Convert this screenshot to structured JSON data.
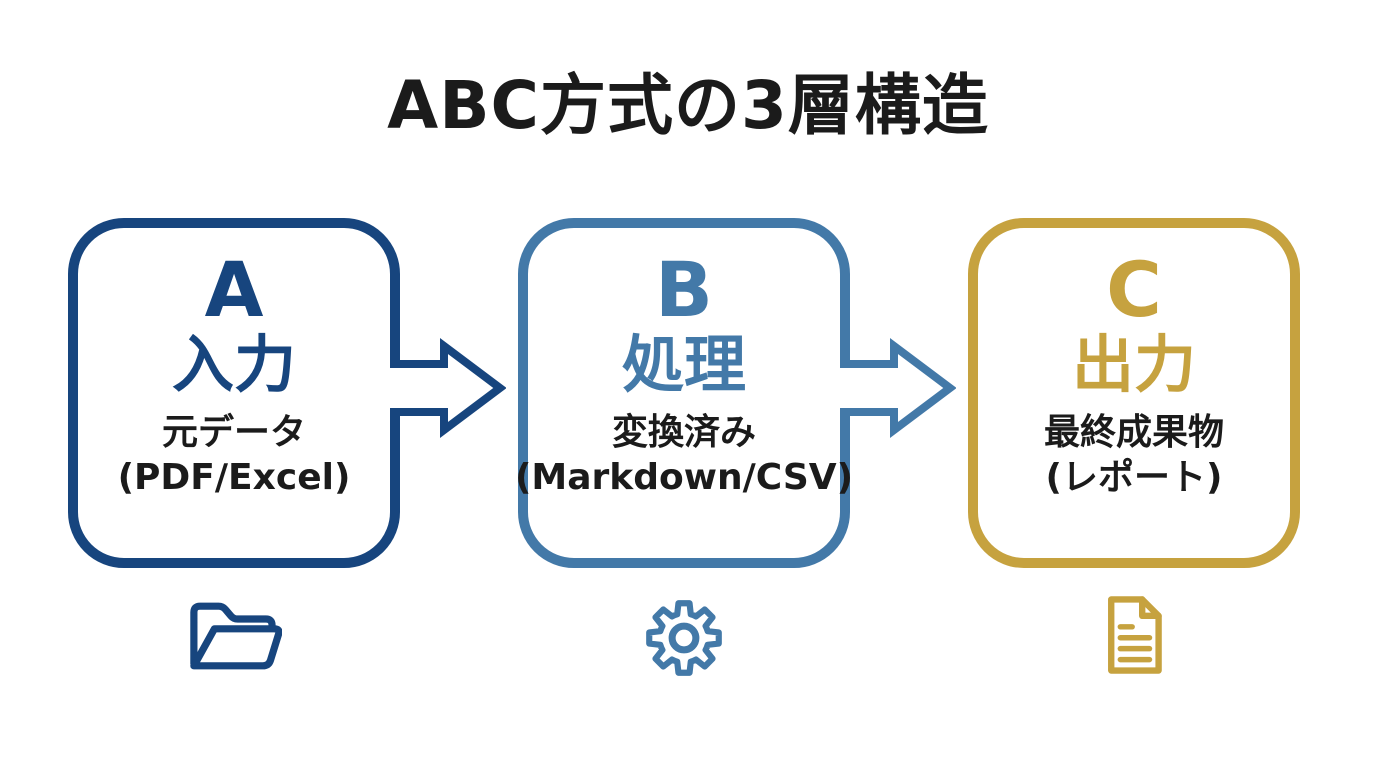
{
  "title": "ABC方式の3層構造",
  "colors": {
    "navy": "#17457E",
    "blue": "#4379A8",
    "gold": "#C6A23F",
    "text": "#1B1B1B"
  },
  "layers": [
    {
      "letter": "A",
      "label": "入力",
      "desc_line1": "元データ",
      "desc_line2": "(PDF/Excel)",
      "icon": "folder-icon",
      "accent": "#17457E"
    },
    {
      "letter": "B",
      "label": "処理",
      "desc_line1": "変換済み",
      "desc_line2": "(Markdown/CSV)",
      "icon": "gear-icon",
      "accent": "#4379A8"
    },
    {
      "letter": "C",
      "label": "出力",
      "desc_line1": "最終成果物",
      "desc_line2": "(レポート)",
      "icon": "document-icon",
      "accent": "#C6A23F"
    }
  ],
  "arrows": [
    {
      "icon": "arrow-right-icon",
      "from": "A",
      "to": "B",
      "color": "#17457E"
    },
    {
      "icon": "arrow-right-icon",
      "from": "B",
      "to": "C",
      "color": "#4379A8"
    }
  ]
}
